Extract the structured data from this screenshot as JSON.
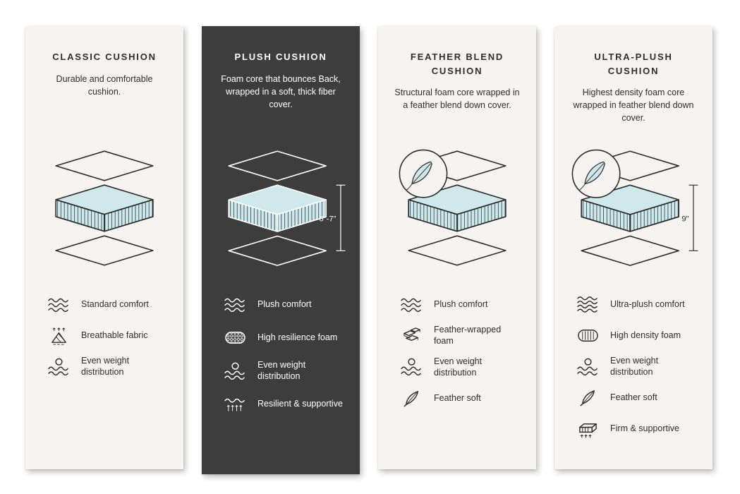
{
  "cards": [
    {
      "title": "CLASSIC CUSHION",
      "description": "Durable and comfortable cushion.",
      "features": [
        {
          "icon": "waves-comfort-icon",
          "label": "Standard comfort"
        },
        {
          "icon": "breathable-fabric-icon",
          "label": "Breathable fabric"
        },
        {
          "icon": "even-weight-icon",
          "label": "Even weight distribution"
        }
      ]
    },
    {
      "title": "PLUSH CUSHION",
      "description": "Foam core that bounces Back, wrapped in a soft, thick fiber cover.",
      "measurement": "6\"-7\"",
      "features": [
        {
          "icon": "waves-comfort-icon",
          "label": "Plush comfort"
        },
        {
          "icon": "honeycomb-foam-icon",
          "label": "High resilience foam"
        },
        {
          "icon": "even-weight-icon",
          "label": "Even weight distribution"
        },
        {
          "icon": "spring-support-icon",
          "label": "Resilient & supportive"
        }
      ]
    },
    {
      "title": "FEATHER BLEND CUSHION",
      "description": "Structural foam core wrapped in a feather blend down cover.",
      "features": [
        {
          "icon": "waves-comfort-icon",
          "label": "Plush comfort"
        },
        {
          "icon": "brick-foam-icon",
          "label": "Feather-wrapped foam"
        },
        {
          "icon": "even-weight-icon",
          "label": "Even weight distribution"
        },
        {
          "icon": "feather-soft-icon",
          "label": "Feather soft"
        }
      ]
    },
    {
      "title": "ULTRA-PLUSH CUSHION",
      "description": "Highest density foam core wrapped in feather blend down cover.",
      "measurement": "9\"",
      "features": [
        {
          "icon": "waves-dense-icon",
          "label": "Ultra-plush comfort"
        },
        {
          "icon": "density-foam-icon",
          "label": "High density foam"
        },
        {
          "icon": "even-weight-icon",
          "label": "Even weight distribution"
        },
        {
          "icon": "feather-soft-icon",
          "label": "Feather soft"
        },
        {
          "icon": "firm-support-icon",
          "label": "Firm & supportive"
        }
      ]
    }
  ],
  "colors": {
    "foam_fill": "#cfe8ec",
    "dark_card_background": "#3d3d3d",
    "light_card_background": "#f5f4f1",
    "line": "#2e2e2e",
    "stripe": "#415a60"
  }
}
